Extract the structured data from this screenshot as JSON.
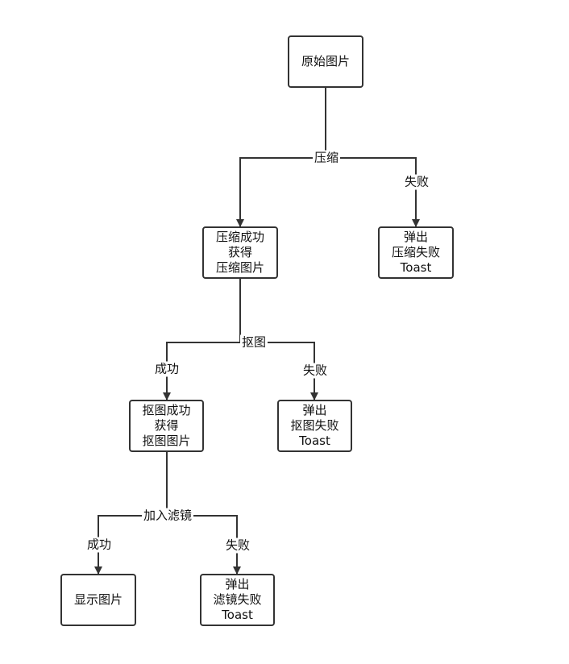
{
  "nodes": {
    "original": {
      "lines": [
        "原始图片"
      ]
    },
    "compress_ok": {
      "lines": [
        "压缩成功",
        "获得",
        "压缩图片"
      ]
    },
    "compress_fail": {
      "lines": [
        "弹出",
        "压缩失败",
        "Toast"
      ]
    },
    "cutout_ok": {
      "lines": [
        "抠图成功",
        "获得",
        "抠图图片"
      ]
    },
    "cutout_fail": {
      "lines": [
        "弹出",
        "抠图失败",
        "Toast"
      ]
    },
    "show": {
      "lines": [
        "显示图片"
      ]
    },
    "filter_fail": {
      "lines": [
        "弹出",
        "滤镜失败",
        "Toast"
      ]
    }
  },
  "edges": {
    "compress": "压缩",
    "compress_fail": "失败",
    "cutout": "抠图",
    "cutout_ok": "成功",
    "cutout_fail": "失败",
    "filter": "加入滤镜",
    "filter_ok": "成功",
    "filter_fail": "失败"
  }
}
